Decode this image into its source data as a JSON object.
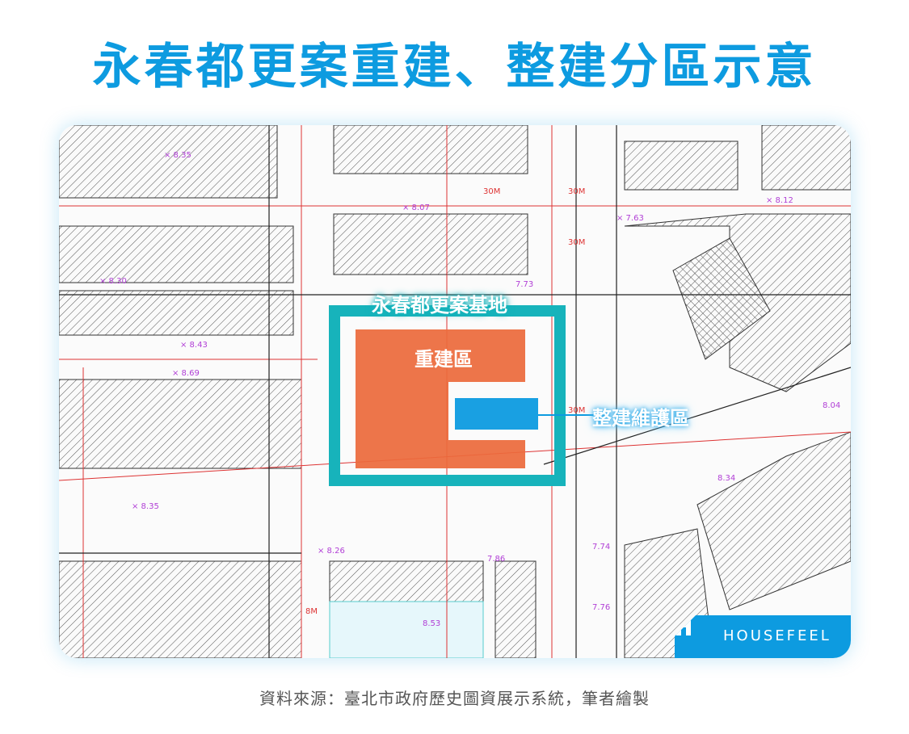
{
  "title": "永春都更案重建、整建分區示意",
  "map": {
    "site_label": "永春都更案基地",
    "rebuild_zone_label": "重建區",
    "renovation_zone_label": "整建維護區",
    "colors": {
      "site_border": "#17b3bb",
      "rebuild_zone": "#ec6a3c",
      "renovation_zone": "#0d9be0",
      "title": "#0d9be0"
    }
  },
  "brand": {
    "name": "HOUSEFEEL",
    "icon": "housefeel-logo-icon"
  },
  "caption": "資料來源：臺北市政府歷史圖資展示系統，筆者繪製"
}
